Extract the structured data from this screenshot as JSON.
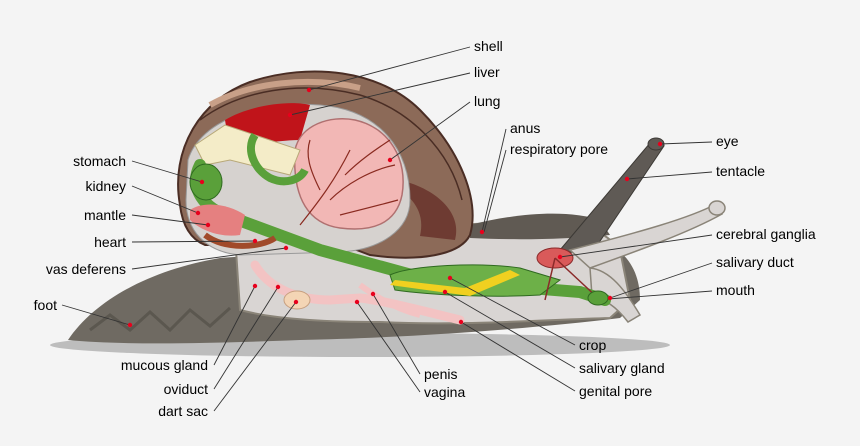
{
  "diagram": {
    "labels": {
      "shell": "shell",
      "liver": "liver",
      "lung": "lung",
      "anus": "anus",
      "respiratory_pore": "respiratory pore",
      "eye": "eye",
      "tentacle": "tentacle",
      "cerebral_ganglia": "cerebral ganglia",
      "salivary_duct": "salivary duct",
      "mouth": "mouth",
      "crop": "crop",
      "salivary_gland": "salivary gland",
      "genital_pore": "genital pore",
      "penis": "penis",
      "vagina": "vagina",
      "stomach": "stomach",
      "kidney": "kidney",
      "mantle": "mantle",
      "heart": "heart",
      "vas_deferens": "vas deferens",
      "foot": "foot",
      "mucous_gland": "mucous gland",
      "oviduct": "oviduct",
      "dart_sac": "dart sac"
    },
    "colors": {
      "background": "#f4f4f4",
      "body": "#8a8478",
      "foot": "#6f6a62",
      "shell": "#7a5a4a",
      "liver": "#c0141a",
      "lung": "#f2b7b5",
      "gut": "#5aa03a",
      "salivary_gland": "#f0d020",
      "leader_dot": "#e8001c"
    }
  }
}
